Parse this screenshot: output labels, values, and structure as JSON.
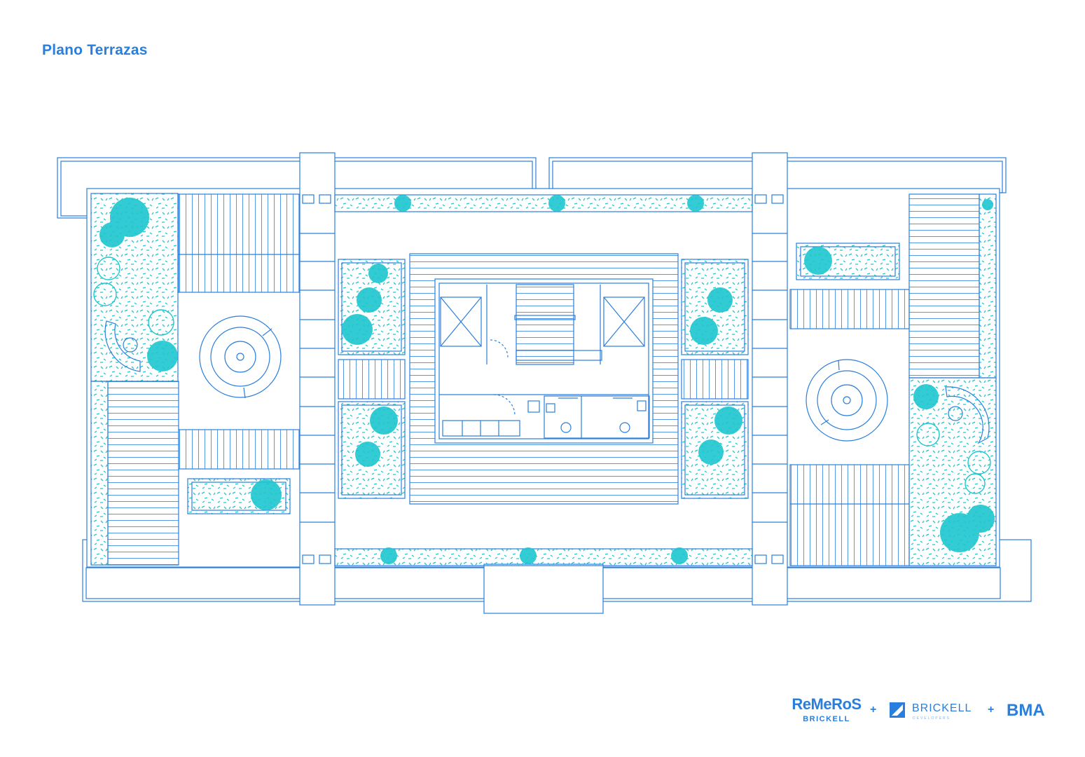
{
  "title": "Plano Terrazas",
  "logos": {
    "remeros_word": "ReMeRoS",
    "remeros_sub": "BRICKELL",
    "plus": "+",
    "brickell_word": "BRICKELL",
    "brickell_sub": "DEVELOPERS",
    "bma": "BMA"
  },
  "colors": {
    "line": "#2a7fdc",
    "vegetation": "#1ec6cf",
    "title": "#2a7fdc"
  }
}
